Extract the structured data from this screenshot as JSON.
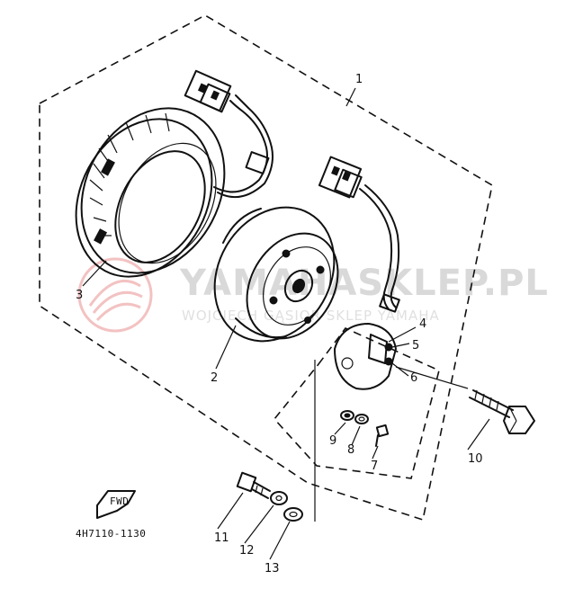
{
  "diagram": {
    "part_numbers": [
      "1",
      "2",
      "3",
      "4",
      "5",
      "6",
      "7",
      "8",
      "9",
      "10",
      "11",
      "12",
      "13"
    ],
    "diagram_code": "4H7110-1130",
    "fwd_marker": "FWD",
    "watermark": {
      "main": "YAMAHASKLEP.PL",
      "sub": "WOJCIECH GĄSIOR SKLEP YAMAHA"
    }
  }
}
